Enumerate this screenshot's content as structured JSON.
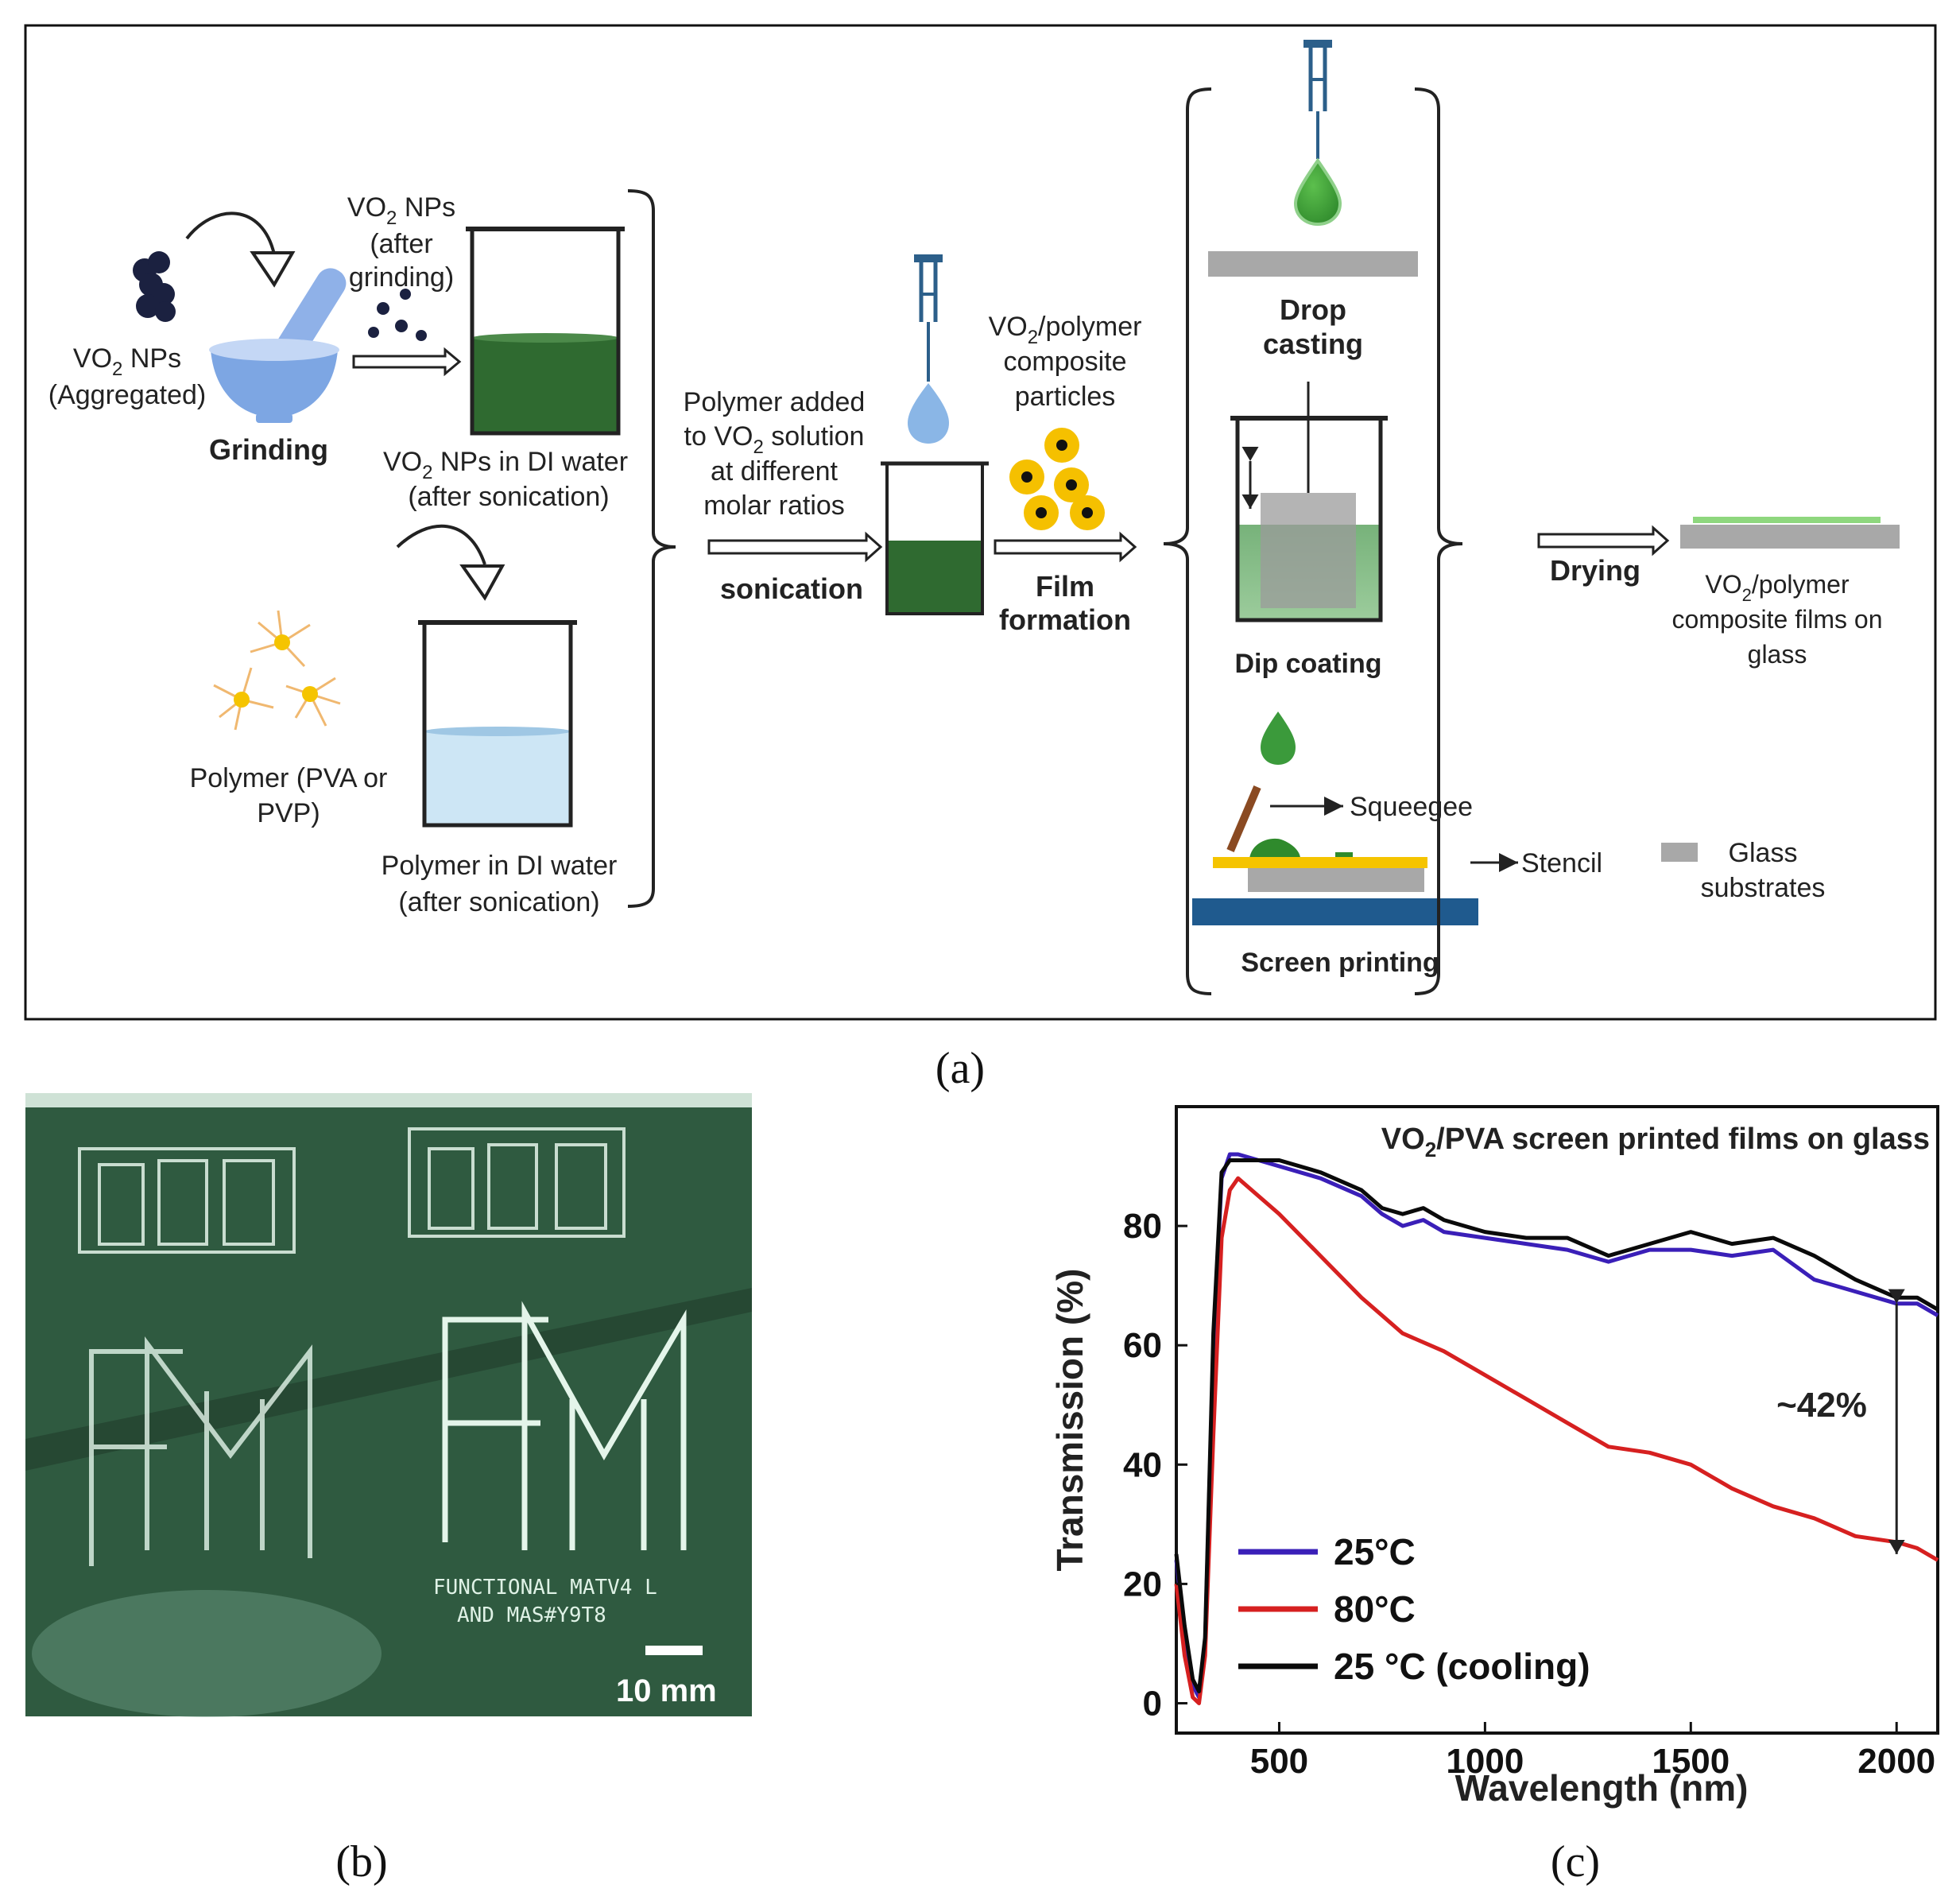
{
  "panel_a": {
    "vo2_aggregated": [
      "VO",
      "2",
      " NPs",
      "(Aggregated)"
    ],
    "grinding": "Grinding",
    "vo2_after_grinding": [
      "VO",
      "2",
      " NPs",
      "(after",
      "grinding)"
    ],
    "vo2_in_water": [
      "VO",
      "2",
      " NPs in DI water",
      "(after sonication)"
    ],
    "polymer_label": [
      "Polymer (PVA or",
      "PVP)"
    ],
    "polymer_in_water": [
      "Polymer in DI water",
      "(after sonication)"
    ],
    "polymer_added": [
      "Polymer added",
      "to VO",
      "2",
      " solution",
      "at different",
      "molar ratios"
    ],
    "sonication": "sonication",
    "composite_particles": [
      "VO",
      "2",
      "/polymer",
      "composite",
      "particles"
    ],
    "film_formation": [
      "Film",
      "formation"
    ],
    "drop_casting": [
      "Drop",
      "casting"
    ],
    "dip_coating": "Dip coating",
    "squeegee": "Squeegee",
    "stencil": "Stencil",
    "screen_printing": "Screen printing",
    "drying": "Drying",
    "final_films": [
      "VO",
      "2",
      "/polymer",
      "composite films on",
      "glass"
    ],
    "glass_substrates": [
      "Glass",
      "substrates"
    ]
  },
  "panel_labels": {
    "a": "(a)",
    "b": "(b)",
    "c": "(c)"
  },
  "panel_b": {
    "scale_bar": "10 mm",
    "printed_text_1": "FUNCTIONAL MATV4 L",
    "printed_text_2": "AND MAS#Y9T8",
    "colors": {
      "substrate": "#2f5a40",
      "print": "#e4f5ea"
    }
  },
  "chart_data": {
    "type": "line",
    "title": "VO2/PVA screen printed films on glass",
    "title_parts": [
      "VO",
      "2",
      "/PVA screen printed films on glass"
    ],
    "xlabel": "Wavelength (nm)",
    "ylabel": "Transmission (%)",
    "xlim": [
      250,
      2100
    ],
    "ylim": [
      -5,
      100
    ],
    "xticks": [
      500,
      1000,
      1500,
      2000
    ],
    "yticks": [
      0,
      20,
      40,
      60,
      80
    ],
    "annotation": "~42%",
    "annotation_arrow": {
      "x": 2000,
      "y_from": 25,
      "y_to": 67
    },
    "legend_position": "bottom-left",
    "grid": false,
    "series": [
      {
        "name": "25°C",
        "color": "#3a1fb8",
        "x": [
          250,
          270,
          290,
          305,
          320,
          340,
          360,
          380,
          400,
          450,
          500,
          600,
          700,
          750,
          800,
          850,
          900,
          1000,
          1100,
          1200,
          1300,
          1400,
          1500,
          1600,
          1700,
          1800,
          1900,
          2000,
          2050,
          2100
        ],
        "y": [
          24,
          12,
          3,
          1,
          10,
          60,
          88,
          92,
          92,
          91,
          90,
          88,
          85,
          82,
          80,
          81,
          79,
          78,
          77,
          76,
          74,
          76,
          76,
          75,
          76,
          71,
          69,
          67,
          67,
          65
        ]
      },
      {
        "name": "80°C",
        "color": "#d62020",
        "x": [
          250,
          270,
          290,
          305,
          320,
          340,
          360,
          380,
          400,
          450,
          500,
          600,
          700,
          800,
          900,
          1000,
          1100,
          1200,
          1300,
          1400,
          1500,
          1600,
          1700,
          1800,
          1900,
          2000,
          2050,
          2100
        ],
        "y": [
          20,
          8,
          1,
          0,
          8,
          45,
          78,
          86,
          88,
          85,
          82,
          75,
          68,
          62,
          59,
          55,
          51,
          47,
          43,
          42,
          40,
          36,
          33,
          31,
          28,
          27,
          26,
          24
        ]
      },
      {
        "name": "25 °C (cooling)",
        "color": "#0a0a0a",
        "x": [
          250,
          270,
          290,
          305,
          320,
          340,
          360,
          380,
          400,
          450,
          500,
          600,
          700,
          750,
          800,
          850,
          900,
          1000,
          1100,
          1200,
          1300,
          1400,
          1500,
          1600,
          1700,
          1800,
          1900,
          2000,
          2050,
          2100
        ],
        "y": [
          25,
          13,
          4,
          2,
          11,
          62,
          89,
          91,
          91,
          91,
          91,
          89,
          86,
          83,
          82,
          83,
          81,
          79,
          78,
          78,
          75,
          77,
          79,
          77,
          78,
          75,
          71,
          68,
          68,
          66
        ]
      }
    ]
  }
}
